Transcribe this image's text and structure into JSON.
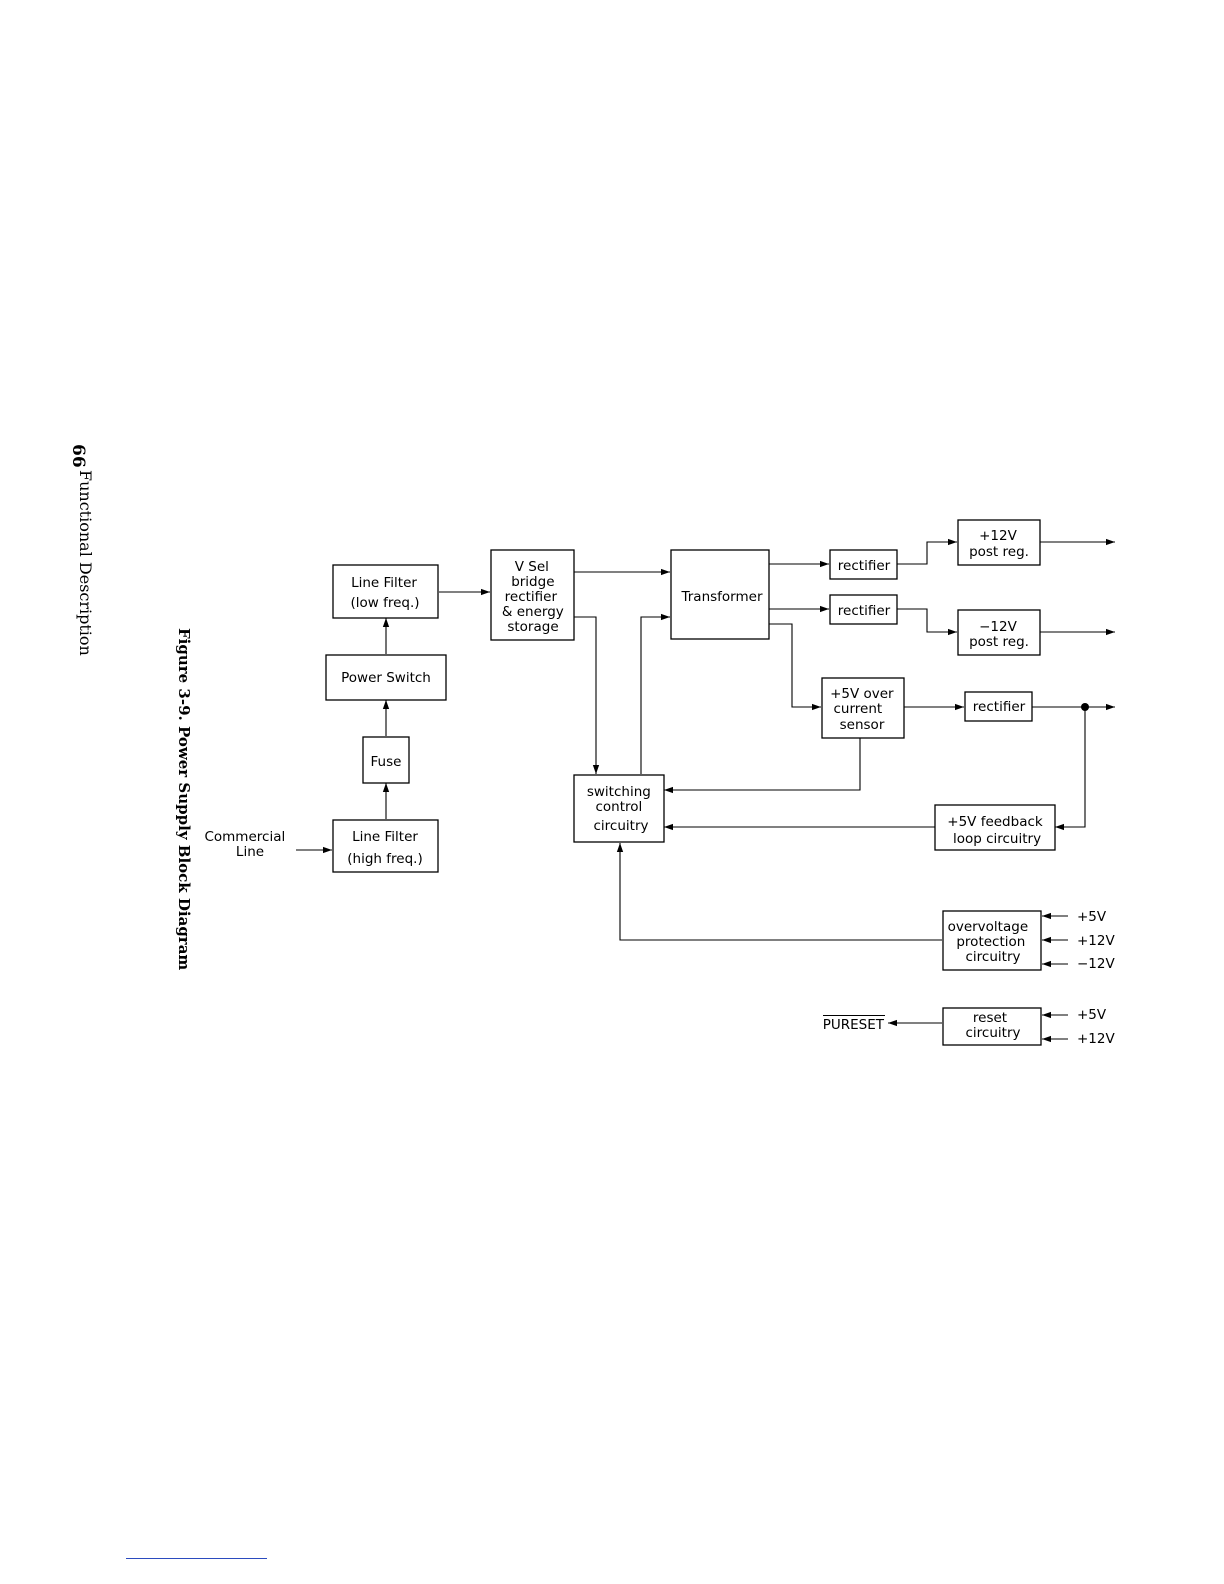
{
  "page": {
    "page_number": "66",
    "section_title": "Functional Description",
    "figure_caption": "Figure 3-9. Power Supply Block Diagram"
  },
  "diagram": {
    "input_label": [
      "Commercial",
      "Line"
    ],
    "blocks": {
      "line_filter_high": [
        "Line  Filter",
        "(high  freq.)"
      ],
      "fuse": [
        "Fuse"
      ],
      "power_switch": [
        "Power  Switch"
      ],
      "line_filter_low": [
        "Line  Filter",
        "(low  freq.)"
      ],
      "vsel_bridge": [
        "V  Sel",
        "bridge",
        "rectifier",
        "&  energy",
        "storage"
      ],
      "transformer": [
        "Transformer"
      ],
      "switching_control": [
        "switching",
        "control",
        "circuitry"
      ],
      "rectifier_top": [
        "rectifier"
      ],
      "rectifier_mid": [
        "rectifier"
      ],
      "post_reg_pos12": [
        "+12V",
        "post  reg."
      ],
      "post_reg_neg12": [
        "−12V",
        "post  reg."
      ],
      "over_current_sensor": [
        "+5V  over",
        "current",
        "sensor"
      ],
      "rectifier_5v": [
        "rectifier"
      ],
      "feedback_loop": [
        "+5V  feedback",
        "loop  circuitry"
      ],
      "overvoltage_protection": [
        "overvoltage",
        "protection",
        "circuitry"
      ],
      "reset_circuitry": [
        "reset",
        "circuitry"
      ]
    },
    "overvoltage_inputs": [
      "+5V",
      "+12V",
      "−12V"
    ],
    "reset_inputs": [
      "+5V",
      "+12V"
    ],
    "reset_output": "PURESET"
  }
}
